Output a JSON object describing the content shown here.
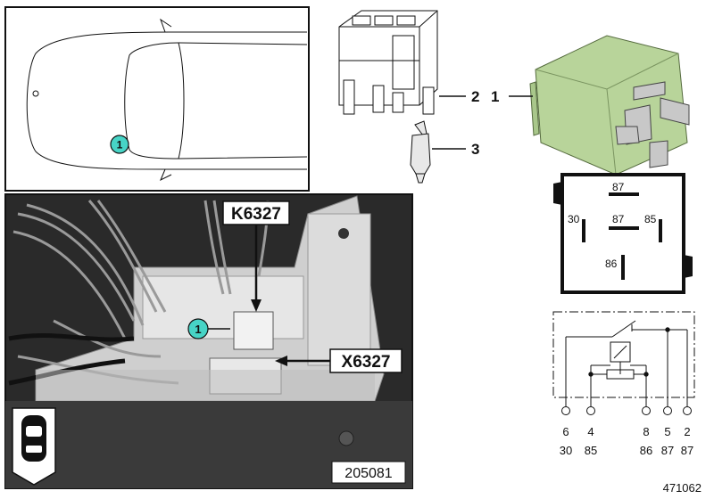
{
  "callouts": {
    "item1": "1",
    "item2": "2",
    "item3": "3"
  },
  "car_view": {
    "marker": "1"
  },
  "photo": {
    "relay_label": "K6327",
    "connector_label": "X6327",
    "marker": "1",
    "photo_number": "205081"
  },
  "relay_face": {
    "pins": [
      "87",
      "30",
      "87",
      "85",
      "86"
    ]
  },
  "circuit": {
    "pin_numbers_top": [
      "6",
      "4",
      "8",
      "5",
      "2"
    ],
    "pin_numbers_bottom": [
      "30",
      "85",
      "86",
      "87",
      "87"
    ]
  },
  "diagram_number": "471062",
  "colors": {
    "relay_green": "#b8d49a",
    "marker_teal": "#47d4c6",
    "photo_dark": "#2a2a2a"
  }
}
